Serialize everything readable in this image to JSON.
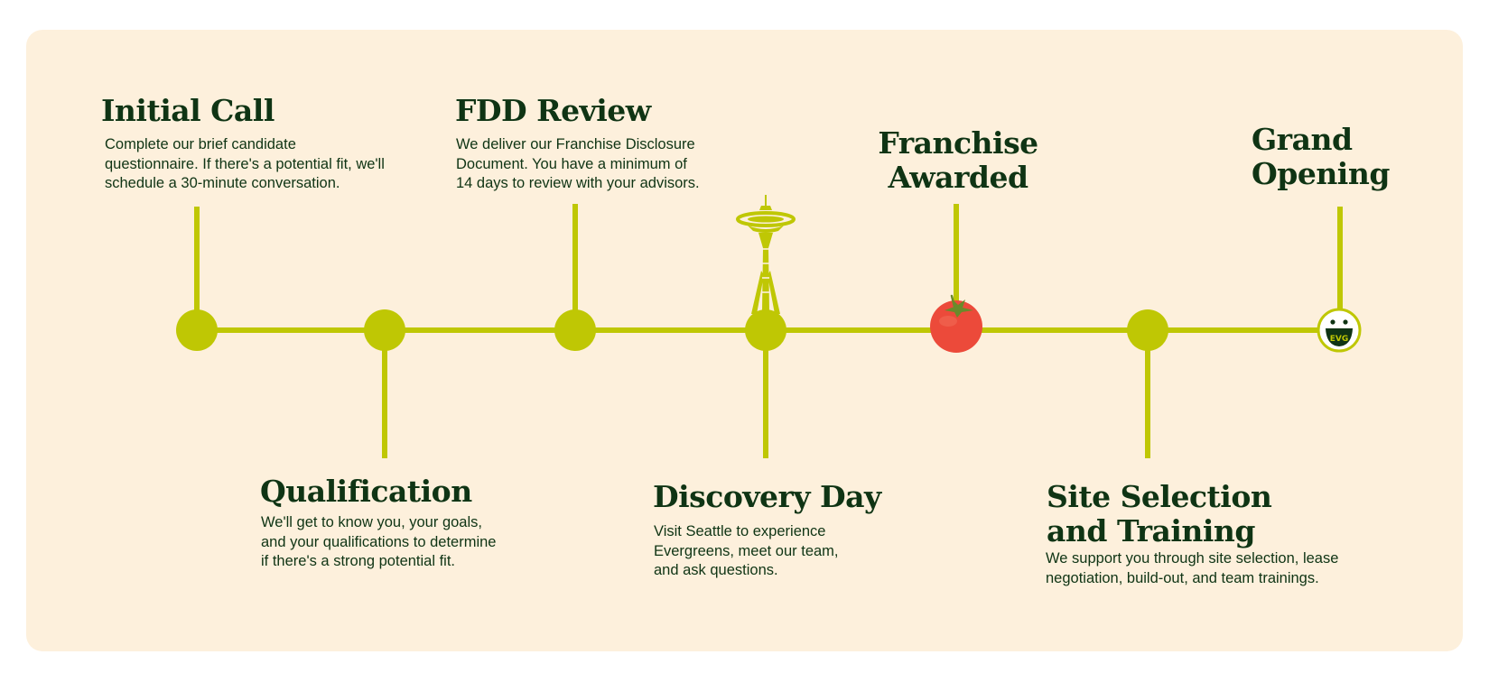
{
  "colors": {
    "background": "#fdf0dc",
    "accent": "#bfc704",
    "text": "#0f3414",
    "tomato": "#ec4a3a"
  },
  "steps": [
    {
      "title": "Initial Call",
      "description": "Complete our brief candidate\nquestionnaire. If there's a potential fit, we'll\nschedule a 30-minute conversation.",
      "marker": "dot"
    },
    {
      "title": "Qualification",
      "description": "We'll get to know you, your goals,\nand your qualifications to determine\nif there's a strong potential fit.",
      "marker": "dot"
    },
    {
      "title": "FDD Review",
      "description": "We deliver our Franchise Disclosure\nDocument. You have a minimum of\n14 days to review with your advisors.",
      "marker": "dot"
    },
    {
      "title": "Discovery Day",
      "description": "Visit Seattle to experience\nEvergreens, meet our team,\nand ask questions.",
      "marker": "space-needle-icon"
    },
    {
      "title": "Franchise\nAwarded",
      "description": "",
      "marker": "tomato-icon"
    },
    {
      "title": "Site Selection\nand Training",
      "description": "We support you through site selection, lease\nnegotiation, build-out, and team trainings.",
      "marker": "dot"
    },
    {
      "title": "Grand\nOpening",
      "description": "",
      "marker": "smiley-logo-icon"
    }
  ],
  "logo_text": "EVG"
}
